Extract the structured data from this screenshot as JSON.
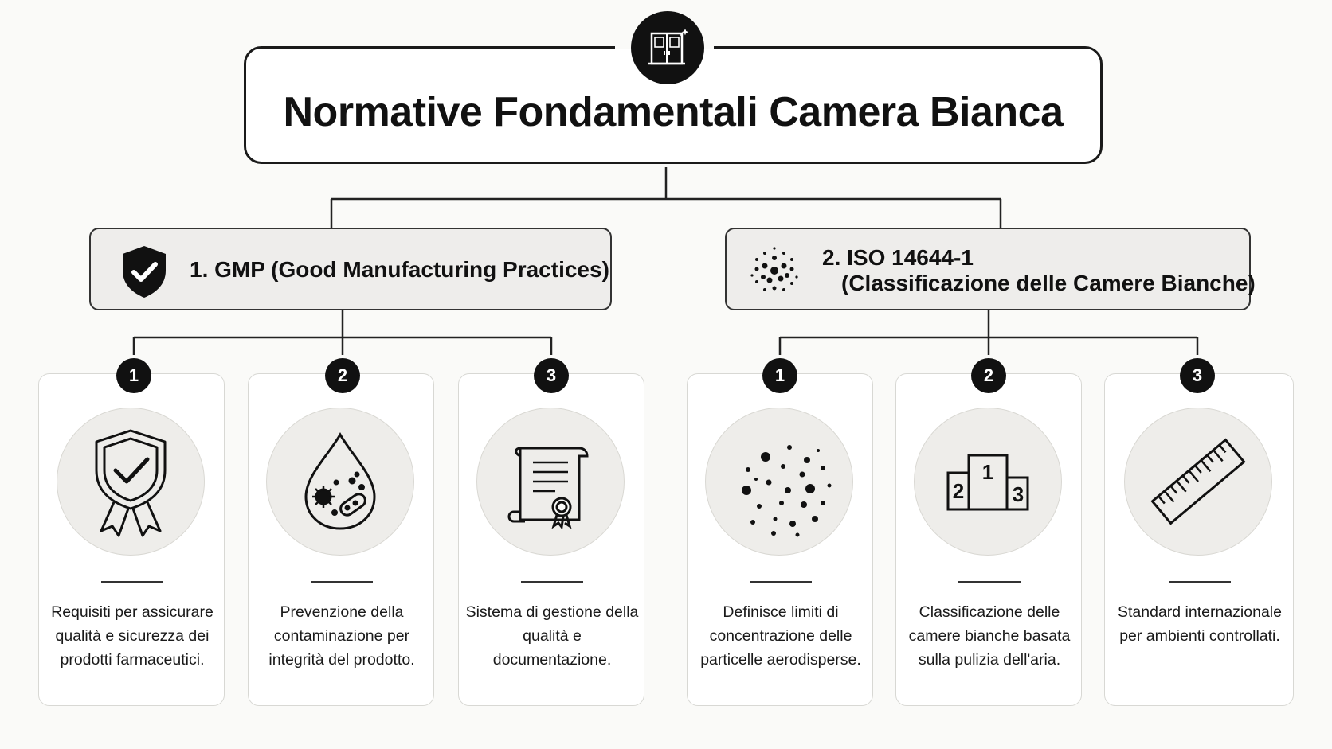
{
  "title": "Normative Fondamentali Camera Bianca",
  "top_icon": "cleanroom-door-icon",
  "categories": [
    {
      "icon": "shield-check-icon",
      "label": "1. GMP (Good Manufacturing Practices)",
      "items": [
        {
          "number": "1",
          "icon": "quality-shield-ribbon-icon",
          "text": "Requisiti per assicurare qualità e sicurezza dei prodotti farmaceutici."
        },
        {
          "number": "2",
          "icon": "contaminated-droplet-icon",
          "text": "Prevenzione della contaminazione per integrità del prodotto."
        },
        {
          "number": "3",
          "icon": "certificate-scroll-icon",
          "text": "Sistema di gestione della qualità e documentazione."
        }
      ]
    },
    {
      "icon": "particle-cluster-icon",
      "label_line1": "2. ISO 14644-1",
      "label_line2": "(Classificazione delle Camere Bianche)",
      "items": [
        {
          "number": "1",
          "icon": "airborne-particles-icon",
          "text": "Definisce limiti di concentrazione delle particelle aerodisperse."
        },
        {
          "number": "2",
          "icon": "ranking-podium-icon",
          "text": "Classificazione delle camere bianche basata sulla pulizia dell'aria."
        },
        {
          "number": "3",
          "icon": "measuring-ruler-icon",
          "text": "Standard internazionale per ambienti controllati."
        }
      ],
      "podium_labels": [
        "1",
        "2",
        "3"
      ]
    }
  ]
}
